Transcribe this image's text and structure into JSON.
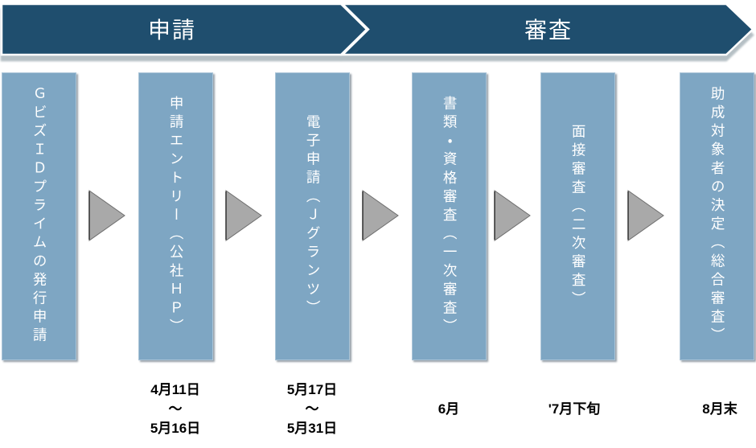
{
  "colors": {
    "banner": "#1F4E6E",
    "banner_outline": "#FFFFFF",
    "box": "#7EA6C3",
    "arrow": "#A9A9A9",
    "arrow_outline": "#6E6E6E",
    "box_text": "#FFFFFF",
    "date_text": "#000000"
  },
  "phases": [
    {
      "label": "申請"
    },
    {
      "label": "審査"
    }
  ],
  "steps": [
    {
      "label": "ＧビズＩＤプライムの発行申請",
      "date_lines": []
    },
    {
      "label": "申請エントリー（公社ＨＰ）",
      "date_lines": [
        "4月11日",
        "〜",
        "5月16日"
      ]
    },
    {
      "label": "電子申請（Ｊグランツ）",
      "date_lines": [
        "5月17日",
        "〜",
        "5月31日"
      ]
    },
    {
      "label": "書類・資格審査（一次審査）",
      "date_lines": [
        "6月"
      ]
    },
    {
      "label": "面接審査（二次審査）",
      "date_lines": [
        "'7月下旬"
      ]
    },
    {
      "label": "助成対象者の決定（総合審査）",
      "date_lines": [
        "8月末"
      ]
    }
  ]
}
